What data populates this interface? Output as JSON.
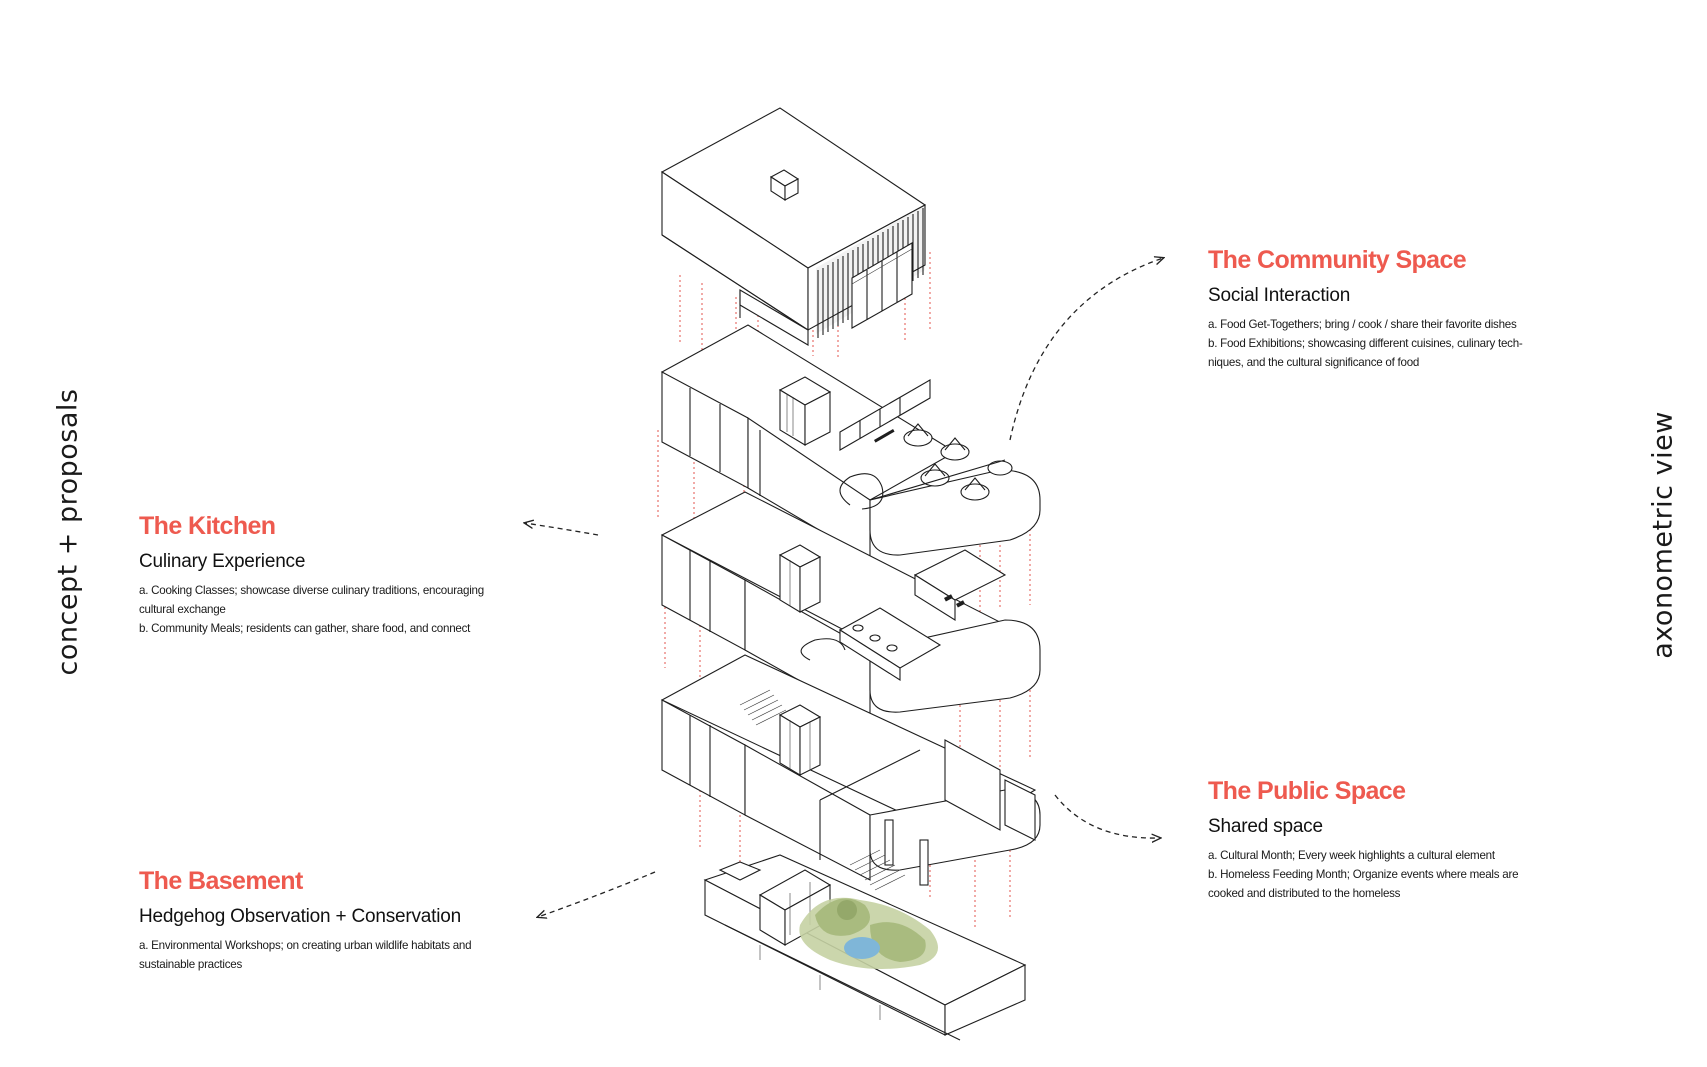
{
  "side_labels": {
    "left": "concept + proposals",
    "right": "axonometric view"
  },
  "colors": {
    "accent": "#ee5a4f",
    "text": "#1a1a1a",
    "guide_lines": "#e0443c",
    "green_area": "#a9bb7f",
    "pond": "#7fb6d8"
  },
  "sections": {
    "community": {
      "title": "The Community Space",
      "subtitle": "Social Interaction",
      "items": [
        "a. Food Get-Togethers; bring / cook / share their favorite dishes",
        "b. Food Exhibitions; showcasing different cuisines, culinary tech-",
        "niques, and the cultural significance of food"
      ]
    },
    "kitchen": {
      "title": "The Kitchen",
      "subtitle": "Culinary Experience",
      "items": [
        "a. Cooking Classes; showcase diverse culinary traditions, encouraging",
        "cultural exchange",
        "b. Community Meals; residents can gather, share food, and connect"
      ]
    },
    "public": {
      "title": "The Public Space",
      "subtitle": "Shared space",
      "items": [
        "a. Cultural Month; Every week highlights a cultural element",
        "b. Homeless Feeding Month; Organize events where meals are",
        "cooked and distributed to the homeless"
      ]
    },
    "basement": {
      "title": "The Basement",
      "subtitle": "Hedgehog Observation + Conservation",
      "items": [
        "a. Environmental Workshops; on creating urban wildlife habitats and",
        "sustainable practices"
      ]
    }
  }
}
